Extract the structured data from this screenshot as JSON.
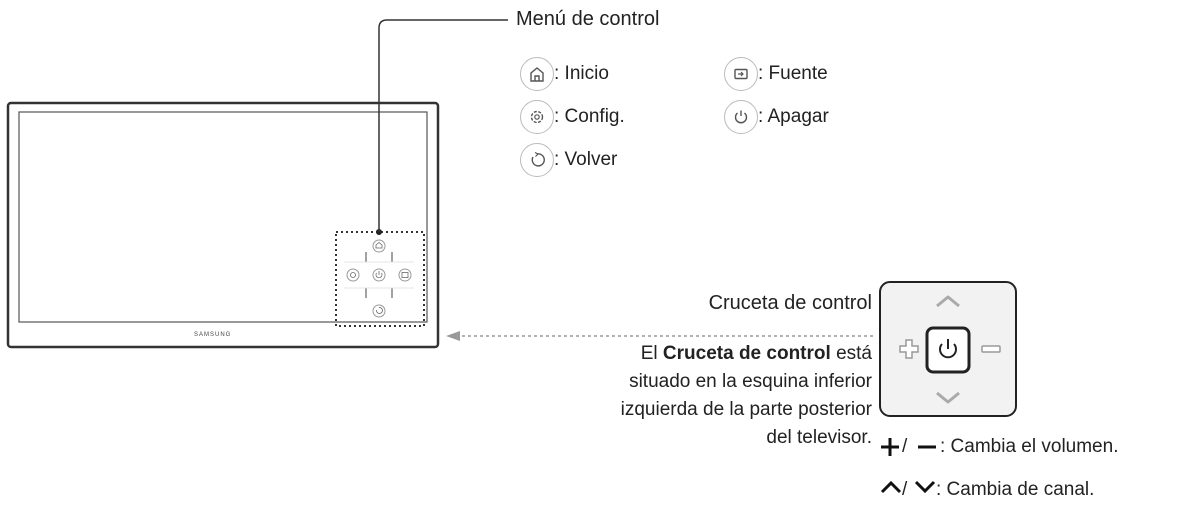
{
  "control_menu": {
    "title": "Menú de control",
    "items": [
      {
        "icon": "home-icon",
        "label": ": Inicio"
      },
      {
        "icon": "settings-icon",
        "label": ": Config."
      },
      {
        "icon": "return-icon",
        "label": ": Volver"
      },
      {
        "icon": "source-icon",
        "label": ": Fuente"
      },
      {
        "icon": "power-icon",
        "label": ": Apagar"
      }
    ]
  },
  "tv": {
    "brand": "SAMSUNG"
  },
  "control_stick": {
    "title": "Cruceta de control",
    "desc_bold": "Cruceta de control",
    "desc_prefix": "El ",
    "desc_line1_suffix": " está",
    "desc_line2": "situado en la esquina inferior",
    "desc_line3": "izquierda de la parte posterior",
    "desc_line4": "del televisor."
  },
  "notes": {
    "volume_symbols_sep": " / ",
    "volume_text": ": Cambia el volumen.",
    "channel_symbols_sep": "/ ",
    "channel_text": ": Cambia de canal."
  },
  "colors": {
    "line": "#333333",
    "icon_border": "#bbbbbb",
    "dotted_arrow": "#999999"
  }
}
